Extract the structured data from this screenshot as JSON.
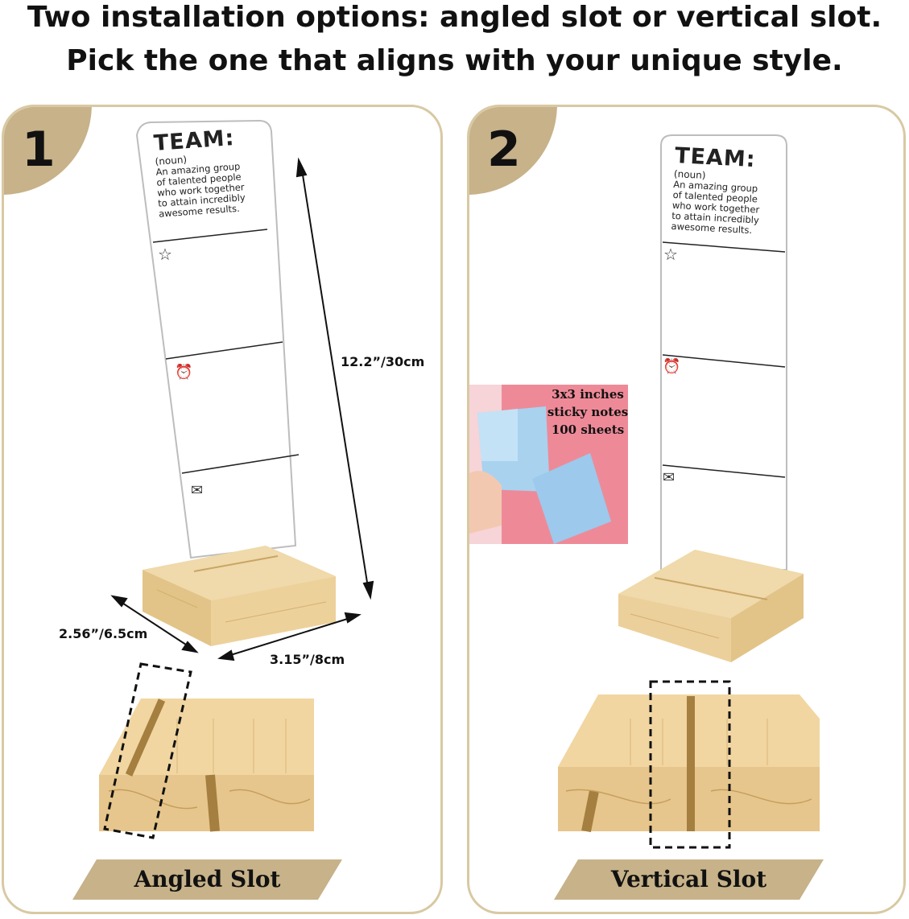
{
  "headline": {
    "line1": "Two installation options: angled slot or vertical slot.",
    "line2": "Pick the one that aligns with your unique style."
  },
  "accent_color": "#c7b289",
  "border_color": "#d8c9a3",
  "panels": [
    {
      "number": "1",
      "card": {
        "title": "TEAM:",
        "pos": "(noun)",
        "definition": [
          "An amazing group",
          "of talented people",
          "who work together",
          "to attain incredibly",
          "awesome results."
        ]
      },
      "dimensions": {
        "height": "12.2”/30cm",
        "depth": "2.56”/6.5cm",
        "width": "3.15”/8cm"
      },
      "slot_label": "Angled Slot"
    },
    {
      "number": "2",
      "card": {
        "title": "TEAM:",
        "pos": "(noun)",
        "definition": [
          "An amazing group",
          "of talented people",
          "who work together",
          "to attain incredibly",
          "awesome results."
        ]
      },
      "callout": {
        "line1": "3x3 inches",
        "line2": "sticky notes",
        "line3": "100 sheets"
      },
      "slot_label": "Vertical Slot"
    }
  ]
}
